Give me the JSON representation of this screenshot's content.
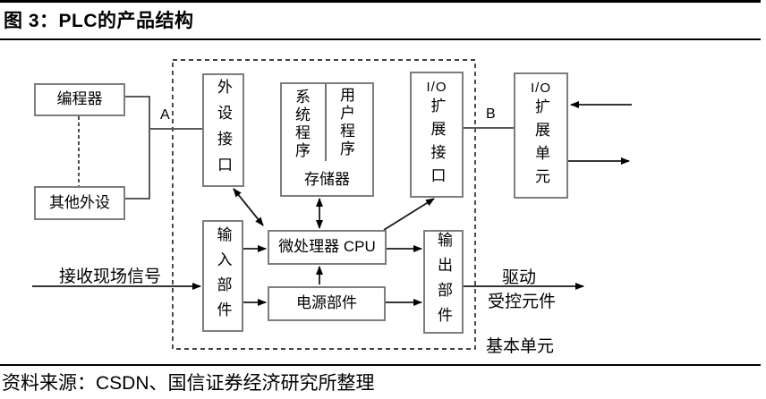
{
  "figure": {
    "title": "图 3：PLC的产品结构",
    "source": "资料来源：CSDN、国信证券经济研究所整理"
  },
  "diagram": {
    "boxes": {
      "programmer": "编程器",
      "other_peripherals": "其他外设",
      "peripheral_interface": "外设接口",
      "memory": {
        "system_program": "系统程序",
        "user_program": "用户程序",
        "label": "存储器"
      },
      "io_expansion_interface": {
        "io": "I/O",
        "label": "扩展接口"
      },
      "io_expansion_unit": {
        "io": "I/O",
        "label": "扩展单元"
      },
      "input_unit": "输入部件",
      "cpu": "微处理器 CPU",
      "power_unit": "电源部件",
      "output_unit": "输出部件"
    },
    "labels": {
      "port_a": "A",
      "port_b": "B",
      "receive_field_signal": "接收现场信号",
      "drive": "驱动",
      "controlled_component": "受控元件",
      "basic_unit": "基本单元"
    }
  }
}
